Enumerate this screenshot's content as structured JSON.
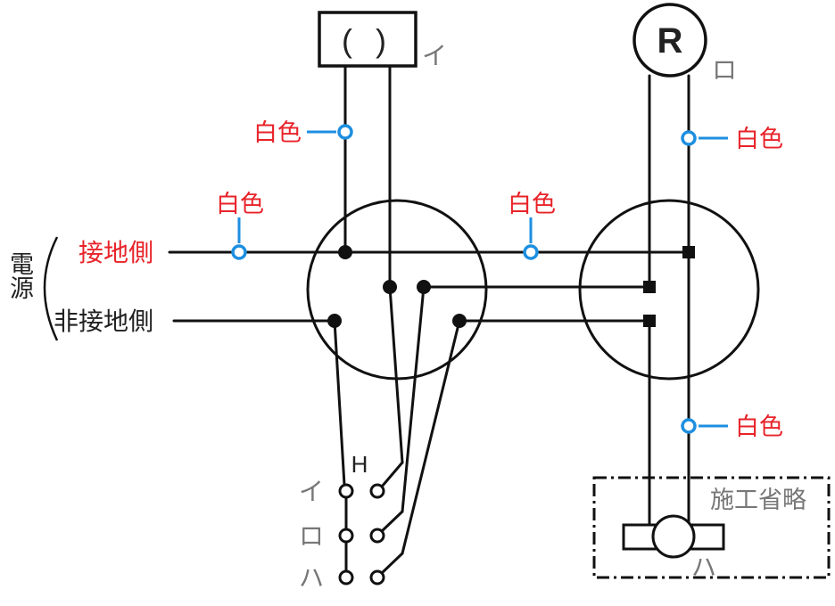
{
  "colors": {
    "wire": "#111111",
    "red_label": "#e8232a",
    "blue_marker": "#1e8fe0",
    "gray_label": "#777777"
  },
  "labels": {
    "power": "電源",
    "grounded_side": "接地側",
    "ungrounded_side": "非接地側",
    "white_wire": "白色",
    "construction_omitted": "施工省略",
    "hotaru_mark": "H"
  },
  "devices": {
    "ceiling_light": {
      "symbol": "( )",
      "circuit": "イ"
    },
    "lamp_receptacle": {
      "symbol": "R",
      "circuit": "ロ"
    },
    "omitted_fixture": {
      "circuit": "ハ"
    }
  },
  "switches": [
    {
      "circuit": "イ"
    },
    {
      "circuit": "ロ"
    },
    {
      "circuit": "ハ"
    }
  ]
}
